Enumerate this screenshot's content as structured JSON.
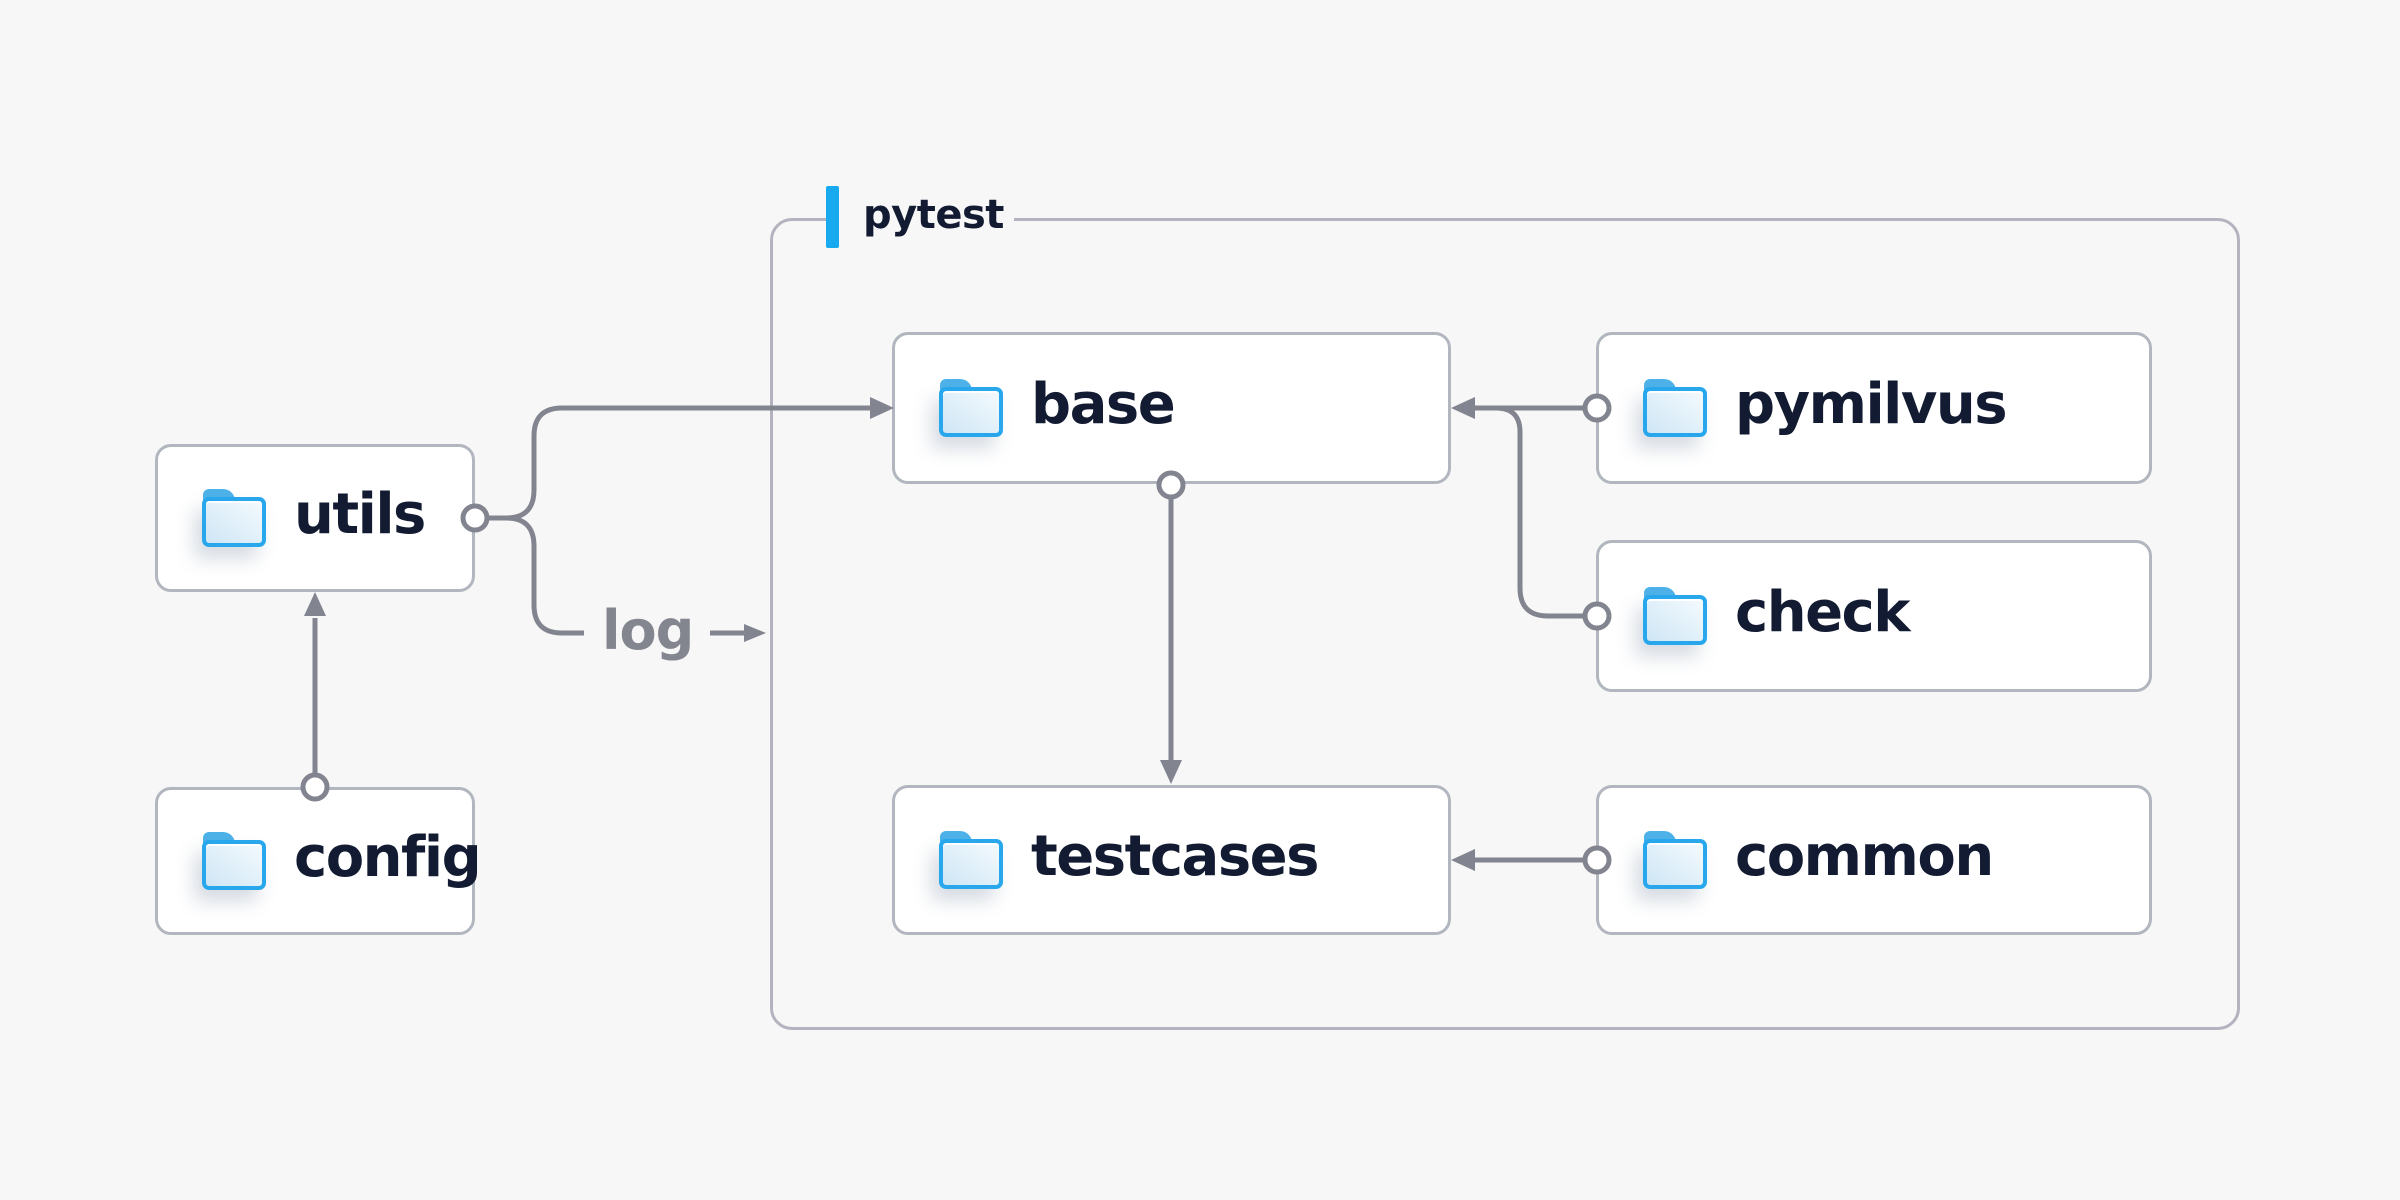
{
  "diagram": {
    "group": {
      "label": "pytest",
      "accent_color": "#18aaee"
    },
    "nodes": [
      {
        "id": "utils",
        "label": "utils",
        "icon": "folder"
      },
      {
        "id": "config",
        "label": "config",
        "icon": "folder"
      },
      {
        "id": "base",
        "label": "base",
        "icon": "folder",
        "group": "pytest"
      },
      {
        "id": "pymilvus",
        "label": "pymilvus",
        "icon": "folder",
        "group": "pytest"
      },
      {
        "id": "check",
        "label": "check",
        "icon": "folder",
        "group": "pytest"
      },
      {
        "id": "testcases",
        "label": "testcases",
        "icon": "folder",
        "group": "pytest"
      },
      {
        "id": "common",
        "label": "common",
        "icon": "folder",
        "group": "pytest"
      }
    ],
    "edges": [
      {
        "from": "config",
        "to": "utils",
        "label": ""
      },
      {
        "from": "utils",
        "to": "base",
        "label": ""
      },
      {
        "from": "utils",
        "to": "pytest",
        "label": "log"
      },
      {
        "from": "pymilvus",
        "to": "base",
        "label": ""
      },
      {
        "from": "check",
        "to": "base",
        "label": ""
      },
      {
        "from": "base",
        "to": "testcases",
        "label": ""
      },
      {
        "from": "common",
        "to": "testcases",
        "label": ""
      }
    ],
    "colors": {
      "background": "#f7f7f8",
      "node_fill": "#ffffff",
      "node_border": "#b2b6bf",
      "group_border": "#b3b4bf",
      "connector": "#82858f",
      "label_text": "#121b31",
      "edge_label_text": "#83868f",
      "accent_bar": "#18aaee",
      "folder_stroke": "#29a7ec",
      "folder_tab": "#4db2e8",
      "folder_fill": "#e3f1fa"
    }
  }
}
